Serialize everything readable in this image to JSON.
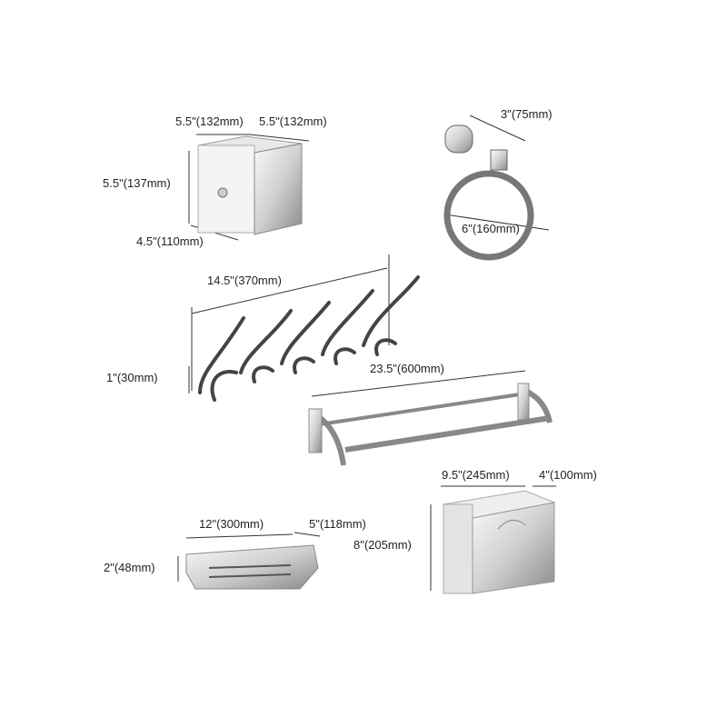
{
  "products": {
    "paper_holder": {
      "width_label": "5.5\"(132mm)",
      "depth_label": "5.5\"(132mm)",
      "height_label": "5.5\"(137mm)",
      "front_label": "4.5\"(110mm)"
    },
    "towel_ring": {
      "depth_label": "3\"(75mm)",
      "diameter_label": "6\"(160mm)"
    },
    "hook_rail": {
      "length_label": "14.5\"(370mm)",
      "height_label": "1\"(30mm)"
    },
    "towel_bar": {
      "length_label": "23.5\"(600mm)"
    },
    "tissue_box": {
      "width_label": "9.5\"(245mm)",
      "depth_label": "4\"(100mm)",
      "height_label": "8\"(205mm)"
    },
    "shelf_basket": {
      "length_label": "12\"(300mm)",
      "depth_label": "5\"(118mm)",
      "height_label": "2\"(48mm)"
    }
  },
  "colors": {
    "chrome_light": "#f2f2f2",
    "chrome_dark": "#555555",
    "line": "#333333"
  }
}
